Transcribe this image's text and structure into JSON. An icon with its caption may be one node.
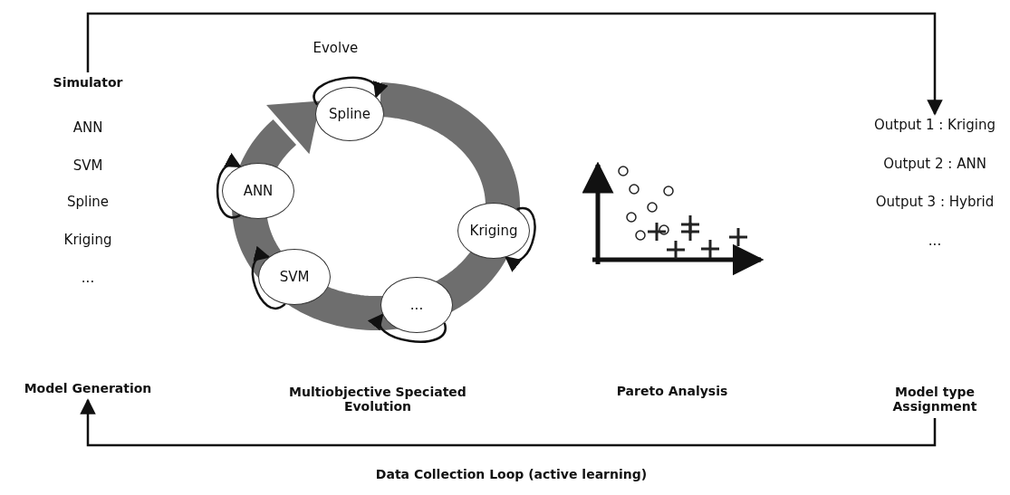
{
  "diagram": {
    "nodes": [
      {
        "text": [
          "Simulator"
        ]
      },
      {
        "text": [
          "Output 1 : Kriging"
        ]
      },
      {
        "text": [
          "Model type Assignment"
        ]
      },
      {
        "text": [
          "Model Generation"
        ]
      },
      {
        "text": [
          "Spline"
        ]
      },
      {
        "text": [
          "ANN"
        ]
      },
      {
        "text": [
          "Kriging"
        ]
      },
      {
        "text": [
          "SVM"
        ]
      },
      {
        "text": [
          "..."
        ]
      }
    ],
    "edges": [
      {
        "from": 0,
        "to": 1,
        "arrow": "to"
      },
      {
        "from": 2,
        "to": 3,
        "arrow": "to",
        "label": "Data Collection Loop (active learning)"
      },
      {
        "from": 4,
        "to": 4,
        "arrow": "to",
        "label": "Evolve"
      },
      {
        "from": 5,
        "to": 5,
        "arrow": "to"
      },
      {
        "from": 6,
        "to": 6,
        "arrow": "to"
      },
      {
        "from": 7,
        "to": 7,
        "arrow": "to"
      },
      {
        "from": 8,
        "to": 8,
        "arrow": "to"
      }
    ],
    "labels": [
      "ANN",
      "SVM",
      "Output 2 : ANN",
      "Spline",
      "Output 3 : Hybrid",
      "Kriging",
      "...",
      "...",
      "Multiobjective Speciated Evolution",
      "Pareto Analysis"
    ]
  }
}
